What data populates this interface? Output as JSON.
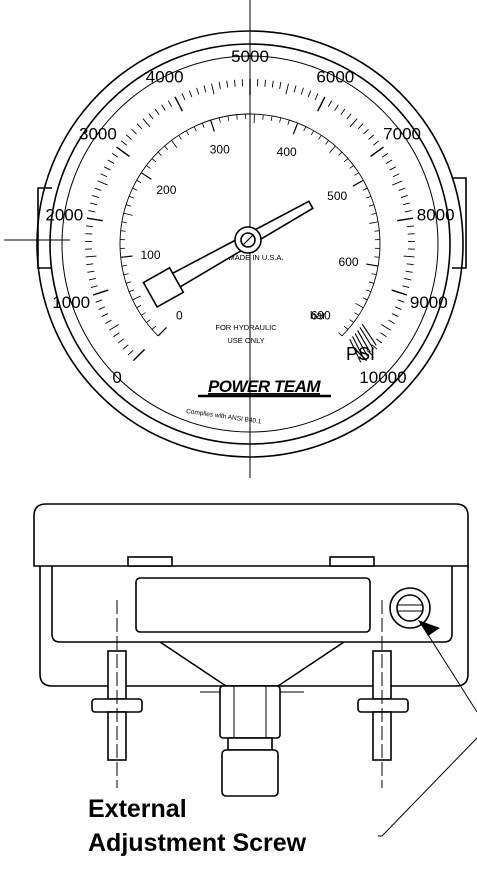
{
  "gauge": {
    "psi_labels": [
      "0",
      "1000",
      "2000",
      "3000",
      "4000",
      "5000",
      "6000",
      "7000",
      "8000",
      "9000",
      "10000"
    ],
    "bar_labels": [
      "0",
      "100",
      "200",
      "300",
      "400",
      "500",
      "600",
      "690"
    ],
    "psi_unit": "PSI",
    "bar_unit": "bar",
    "made_in": "MADE IN U.S.A.",
    "use_line1": "FOR HYDRAULIC",
    "use_line2": "USE ONLY",
    "brand": "POWER TEAM",
    "compliance": "Complies with ANSI B40.1",
    "psi_max": 10000,
    "bar_max": 690,
    "needle_value_psi": 7250
  },
  "callout": {
    "line1": "External",
    "line2": "Adjustment Screw"
  }
}
